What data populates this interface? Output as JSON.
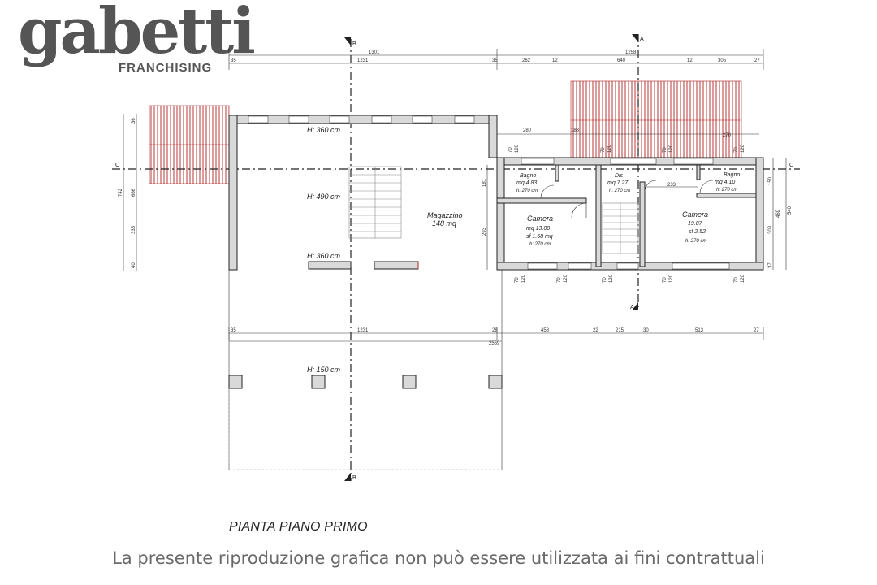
{
  "brand": {
    "name": "gabetti",
    "subtitle": "FRANCHISING",
    "color": "#555555"
  },
  "plan": {
    "title": "PIANTA PIANO PRIMO",
    "disclaimer": "La presente riproduzione grafica non può essere utilizzata ai fini contrattuali",
    "section_marks": [
      "A",
      "B",
      "C"
    ],
    "heights": {
      "h360_top": "H: 360 cm",
      "h490": "H: 490 cm",
      "h360_bottom": "H: 360 cm",
      "h150": "H: 150 cm"
    },
    "rooms": {
      "magazzino": {
        "name": "Magazzino",
        "area": "148 mq"
      },
      "bagno1": {
        "name": "Bagno",
        "area": "mq 4.83",
        "height": "h: 270 cm"
      },
      "dis": {
        "name": "Dis",
        "area": "mq 7.27",
        "height": "h: 270 cm"
      },
      "bagno2": {
        "name": "Bagno",
        "area": "mq 4.10",
        "height": "h: 270 cm"
      },
      "camera1": {
        "name": "Camera",
        "area": "mq 13.00",
        "sf": "sf 1.68 mq",
        "height": "h: 270 cm"
      },
      "camera2": {
        "name": "Camera",
        "area": "19.87",
        "sf": "sf 2.52",
        "height": "h: 270 cm"
      }
    },
    "dims_top": {
      "d1301": "1301",
      "d1258": "1258",
      "d35a": "35",
      "d1231": "1231",
      "d35b": "35",
      "d262": "262",
      "d12a": "12",
      "d640": "640",
      "d12b": "12",
      "d305": "305",
      "d27": "27",
      "d280": "280",
      "d183": "183",
      "d270": "270",
      "d233": "233"
    },
    "dims_bottom": {
      "d35": "35",
      "d1231": "1231",
      "d28": "28",
      "d458": "458",
      "d22": "22",
      "d215": "215",
      "d30": "30",
      "d513": "513",
      "d27": "27",
      "d2559": "2559"
    },
    "dims_left": {
      "d36": "36",
      "d742": "742",
      "d666": "666",
      "d335": "335",
      "d40": "40",
      "d181": "181",
      "d293": "293"
    },
    "dims_right": {
      "d150": "150",
      "d469": "469",
      "d540": "540",
      "d309": "309",
      "d37": "37"
    },
    "openings": {
      "w70": "70",
      "w120": "120"
    }
  }
}
